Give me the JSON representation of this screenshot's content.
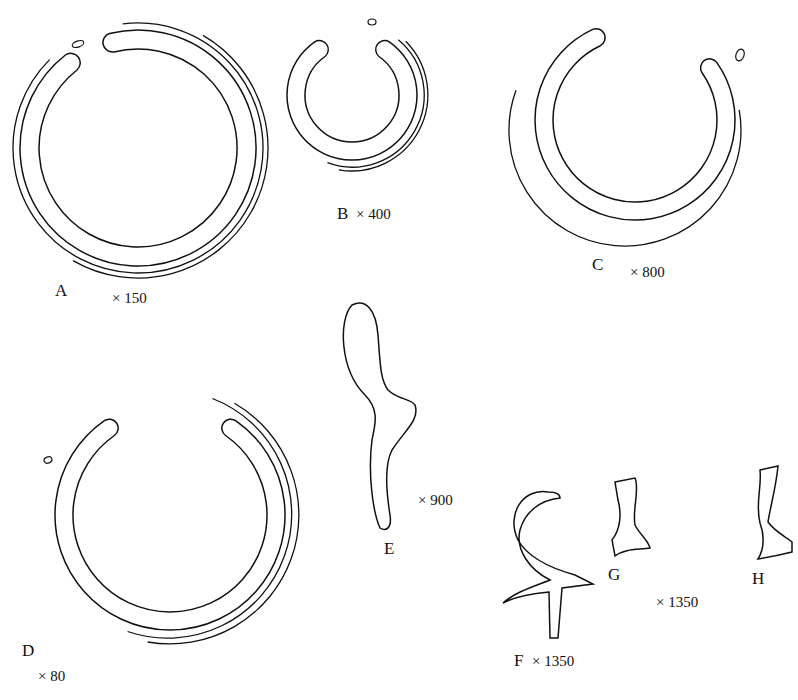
{
  "diagram": {
    "labels": [
      "A",
      "× 150",
      "B",
      "× 400",
      "C",
      "× 800",
      "E",
      "× 900",
      "G",
      "× 1350",
      "H",
      "D",
      "× 80",
      "F",
      "× 1350"
    ]
  }
}
